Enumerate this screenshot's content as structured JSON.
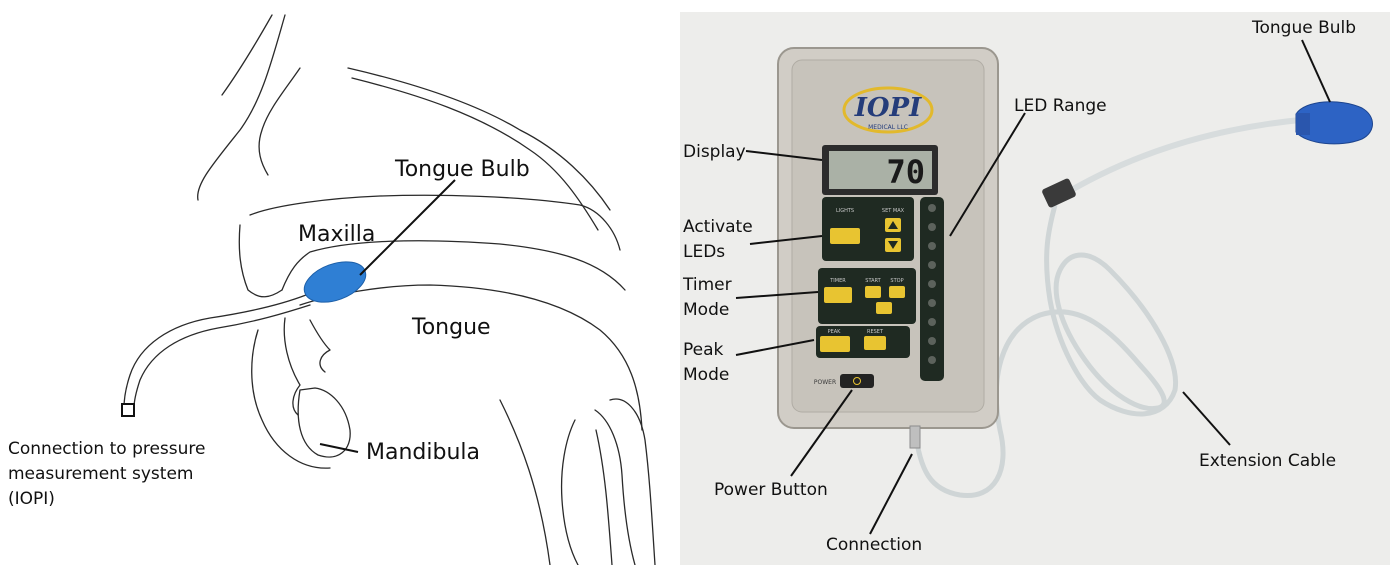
{
  "left_diagram": {
    "labels": {
      "tongue_bulb": "Tongue Bulb",
      "maxilla": "Maxilla",
      "tongue": "Tongue",
      "mandibula": "Mandibula",
      "connection_line1": "Connection to pressure",
      "connection_line2": "measurement system",
      "connection_line3": "(IOPI)"
    },
    "bulb_color": "#2f7fd4"
  },
  "right_photo": {
    "device": {
      "logo_text": "IOPI",
      "logo_subtext": "MEDICAL LLC",
      "display_value": "70",
      "button_labels": {
        "lights": "LIGHTS",
        "set_max": "SET MAX",
        "timer": "TIMER",
        "start": "START",
        "stop": "STOP",
        "peak": "PEAK",
        "reset": "RESET",
        "power": "POWER"
      }
    },
    "labels": {
      "display": "Display",
      "activate_leds_1": "Activate",
      "activate_leds_2": "LEDs",
      "timer_mode_1": "Timer",
      "timer_mode_2": "Mode",
      "peak_mode_1": "Peak",
      "peak_mode_2": "Mode",
      "power_button": "Power Button",
      "connection": "Connection",
      "led_range": "LED Range",
      "tongue_bulb": "Tongue Bulb",
      "extension_cable": "Extension Cable"
    },
    "colors": {
      "button_yellow": "#e8c431",
      "panel_dark": "#1f2a22",
      "bulb_blue": "#2d63c4",
      "logo_yellow": "#e2b92c"
    }
  }
}
